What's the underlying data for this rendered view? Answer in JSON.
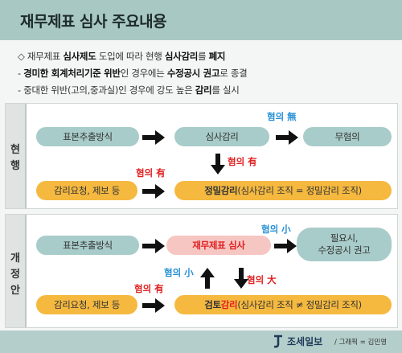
{
  "title": "재무제표 심사 주요내용",
  "intro": {
    "line1_a": "◇ 재무제표 ",
    "line1_b": "심사제도",
    "line1_c": " 도입에 따라 현행 ",
    "line1_d": "심사감리",
    "line1_e": "를 ",
    "line1_f": "폐지",
    "line2_a": "- ",
    "line2_b": "경미한 회계처리기준 위반",
    "line2_c": "인 경우에는 ",
    "line2_d": "수정공시 권고",
    "line2_e": "로 종결",
    "line3_a": "- 중대한 위반(고의,중과실)인 경우에 강도 높은 ",
    "line3_b": "감리",
    "line3_c": "를 실시"
  },
  "current": {
    "side_char_1": "현",
    "side_char_2": "행",
    "box_sampling": "표본추출방식",
    "box_review": "심사감리",
    "box_clear": "무혐의",
    "box_request": "감리요청, 제보 등",
    "box_precise_a": "정밀감리",
    "box_precise_b": " (심사감리 조직 = 정밀감리 조직)",
    "label_no_suspicion": "혐의 無",
    "label_suspicion_down": "혐의 有",
    "label_suspicion_left": "혐의 有"
  },
  "reform": {
    "side_char_1": "개",
    "side_char_2": "정",
    "side_char_3": "안",
    "box_sampling": "표본추출방식",
    "box_review": "재무제표 심사",
    "box_result_1": "필요시,",
    "box_result_2": "수정공시 권고",
    "box_request": "감리요청, 제보 등",
    "box_audit_a": "검토",
    "box_audit_b": "감리",
    "box_audit_c": "(심사감리 조직 ≠ 정밀감리 조직)",
    "label_small_right": "혐의 小",
    "label_small_up": "혐의 小",
    "label_large": "혐의 大",
    "label_suspicion_left": "혐의 有"
  },
  "footer": {
    "logo": "조세일보",
    "credit": "/ 그래픽 = 김민영"
  },
  "colors": {
    "teal": "#a8ccc9",
    "orange": "#f5b940",
    "pink": "#f6c6c2",
    "red": "#e02020",
    "blue": "#2590d6"
  }
}
